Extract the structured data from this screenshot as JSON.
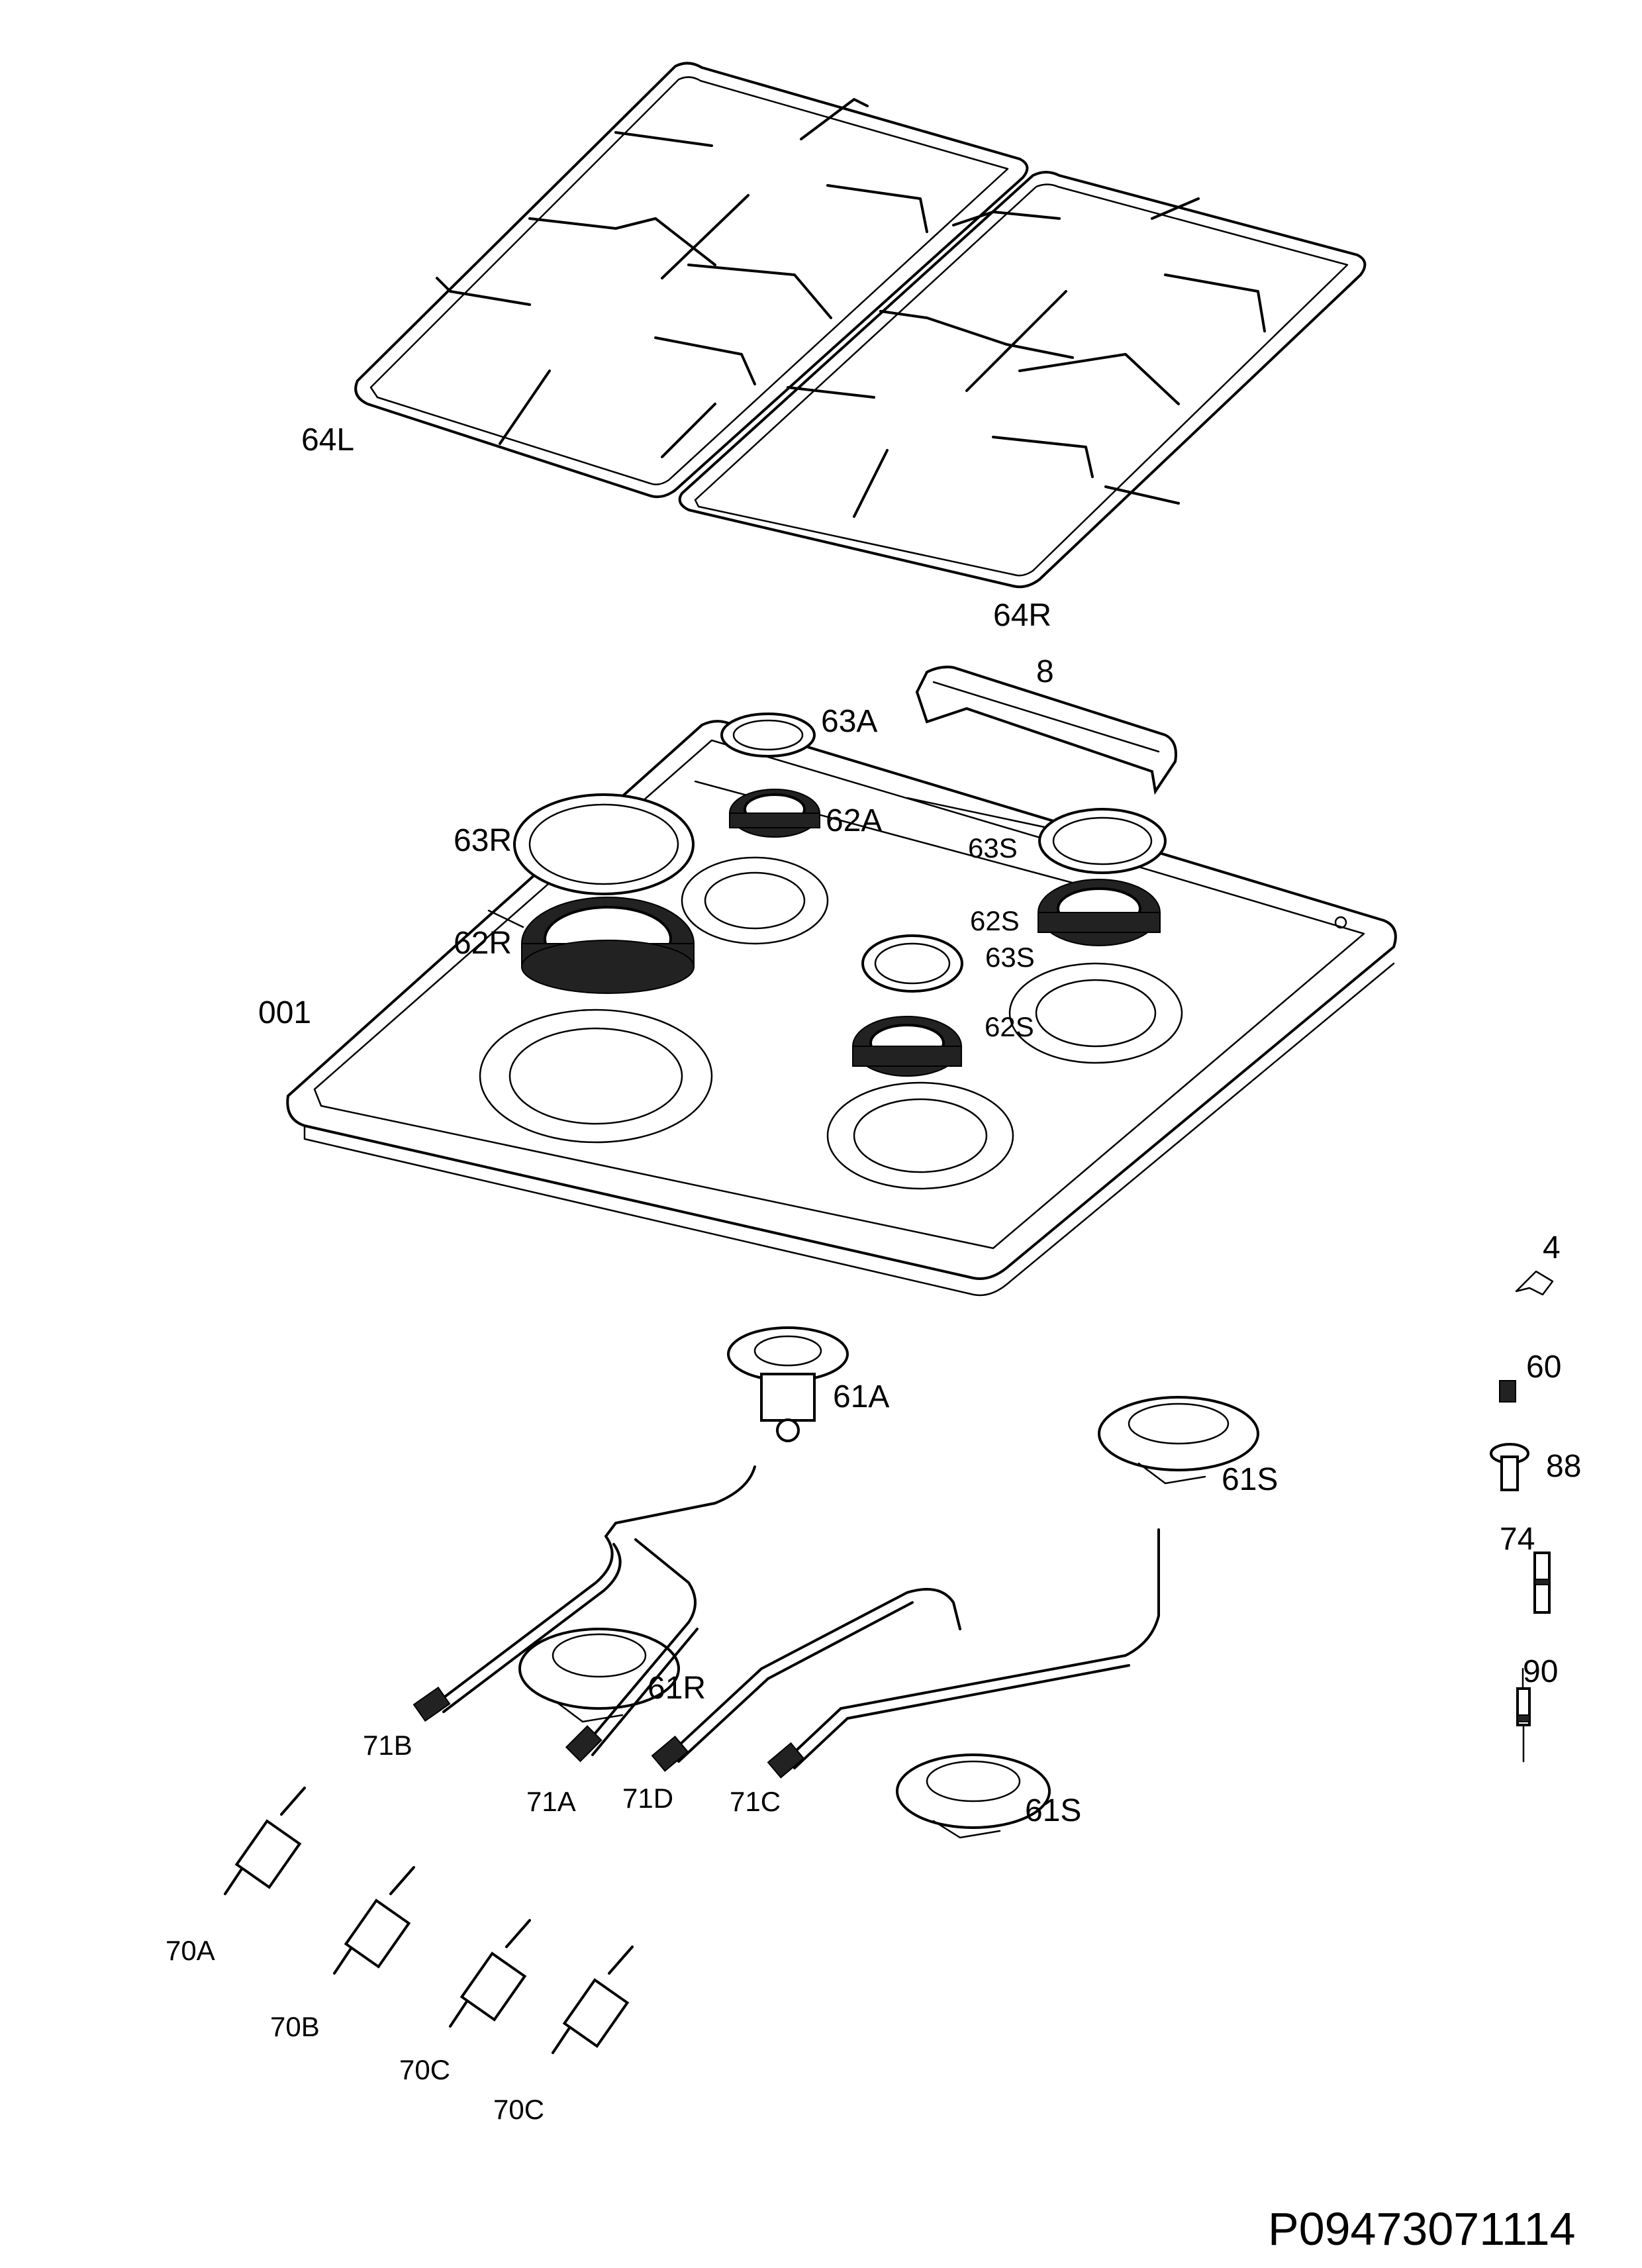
{
  "labels": {
    "p64L": "64L",
    "p64R": "64R",
    "p8": "8",
    "p63A": "63A",
    "p63R": "63R",
    "p62A": "62A",
    "p63S_a": "63S",
    "p62S_a": "62S",
    "p62R": "62R",
    "p63S_b": "63S",
    "p001": "001",
    "p62S_b": "62S",
    "p4": "4",
    "p60": "60",
    "p88": "88",
    "p74": "74",
    "p90": "90",
    "p61A": "61A",
    "p61S_a": "61S",
    "p61R": "61R",
    "p71B": "71B",
    "p71A": "71A",
    "p71D": "71D",
    "p71C": "71C",
    "p61S_b": "61S",
    "p70A": "70A",
    "p70B": "70B",
    "p70C_a": "70C",
    "p70C_b": "70C"
  },
  "drawing_code": "P09473071114"
}
